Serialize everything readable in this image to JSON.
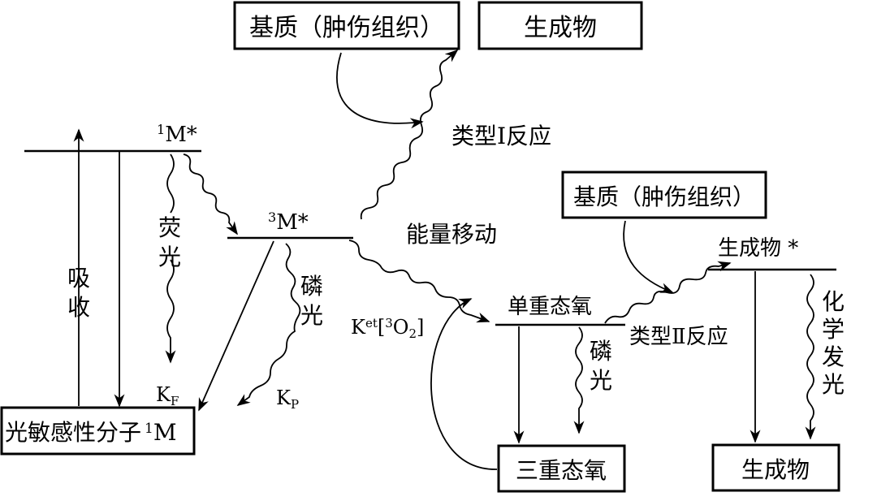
{
  "boxes": {
    "substrate_top": "基质（肿伤组织）",
    "product_top": "生成物",
    "substrate_right": "基质（肿伤组织）",
    "photosensitizer": "光敏感性分子",
    "photosensitizer_state": "M",
    "triplet_oxygen": "三重态氧",
    "product_bottom": "生成物"
  },
  "states": {
    "singlet_excited": "M*",
    "triplet_excited": "M*",
    "singlet_oxygen": "单重态氧",
    "excited_product": "生成物 *"
  },
  "labels": {
    "absorption_1": "吸",
    "absorption_2": "收",
    "fluorescence_1": "荧",
    "fluorescence_2": "光",
    "phosphorescence_1": "磷",
    "phosphorescence_2": "光",
    "phosphorescence_o2_1": "磷",
    "phosphorescence_o2_2": "光",
    "chemiluminescence_1": "化",
    "chemiluminescence_2": "学",
    "chemiluminescence_3": "发",
    "chemiluminescence_4": "光",
    "type1_reaction": "类型Ⅰ反应",
    "type2_reaction": "类型Ⅱ反应",
    "energy_transfer": "能量移动",
    "kf": "K",
    "kf_sub": "F",
    "kp": "K",
    "kp_sub": "P",
    "ket": "K",
    "ket_sup": "et",
    "ket_bracket_open": "[",
    "ket_o2_sup": "3",
    "ket_o": "O",
    "ket_o2_sub": "2",
    "ket_bracket_close": "]",
    "sup_1": "1",
    "sup_3": "3",
    "sup_1b": "1"
  }
}
